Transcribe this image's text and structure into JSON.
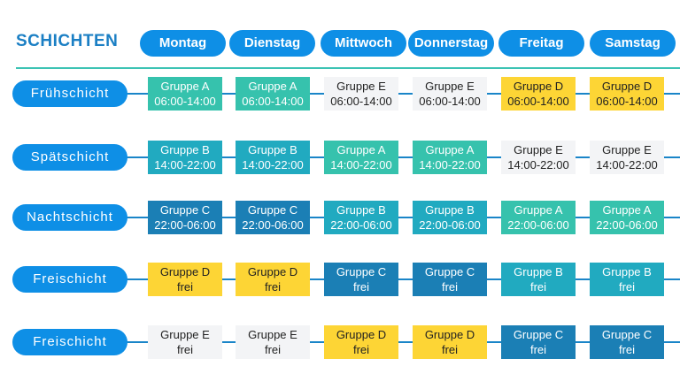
{
  "title": "SCHICHTEN",
  "days": [
    "Montag",
    "Dienstag",
    "Mittwoch",
    "Donnerstag",
    "Freitag",
    "Samstag"
  ],
  "colors": {
    "A": "#36c2ad",
    "B": "#21aac0",
    "C": "#1b7fb5",
    "D": "#fdd535",
    "E": "#f3f4f6",
    "pill": "#0e8fe6",
    "header_line": "#3cc3b4",
    "row_line": "#1a85c8"
  },
  "rows": [
    {
      "label": "Frühschicht",
      "cells": [
        {
          "group": "Gruppe A",
          "time": "06:00-14:00",
          "key": "A"
        },
        {
          "group": "Gruppe A",
          "time": "06:00-14:00",
          "key": "A"
        },
        {
          "group": "Gruppe E",
          "time": "06:00-14:00",
          "key": "E"
        },
        {
          "group": "Gruppe E",
          "time": "06:00-14:00",
          "key": "E"
        },
        {
          "group": "Gruppe D",
          "time": "06:00-14:00",
          "key": "D"
        },
        {
          "group": "Gruppe D",
          "time": "06:00-14:00",
          "key": "D"
        }
      ]
    },
    {
      "label": "Spätschicht",
      "cells": [
        {
          "group": "Gruppe B",
          "time": "14:00-22:00",
          "key": "B"
        },
        {
          "group": "Gruppe B",
          "time": "14:00-22:00",
          "key": "B"
        },
        {
          "group": "Gruppe A",
          "time": "14:00-22:00",
          "key": "A"
        },
        {
          "group": "Gruppe A",
          "time": "14:00-22:00",
          "key": "A"
        },
        {
          "group": "Gruppe E",
          "time": "14:00-22:00",
          "key": "E"
        },
        {
          "group": "Gruppe E",
          "time": "14:00-22:00",
          "key": "E"
        }
      ]
    },
    {
      "label": "Nachtschicht",
      "cells": [
        {
          "group": "Gruppe C",
          "time": "22:00-06:00",
          "key": "C"
        },
        {
          "group": "Gruppe C",
          "time": "22:00-06:00",
          "key": "C"
        },
        {
          "group": "Gruppe B",
          "time": "22:00-06:00",
          "key": "B"
        },
        {
          "group": "Gruppe B",
          "time": "22:00-06:00",
          "key": "B"
        },
        {
          "group": "Gruppe A",
          "time": "22:00-06:00",
          "key": "A"
        },
        {
          "group": "Gruppe A",
          "time": "22:00-06:00",
          "key": "A"
        }
      ]
    },
    {
      "label": "Freischicht",
      "cells": [
        {
          "group": "Gruppe D",
          "time": "frei",
          "key": "D"
        },
        {
          "group": "Gruppe D",
          "time": "frei",
          "key": "D"
        },
        {
          "group": "Gruppe C",
          "time": "frei",
          "key": "C"
        },
        {
          "group": "Gruppe C",
          "time": "frei",
          "key": "C"
        },
        {
          "group": "Gruppe B",
          "time": "frei",
          "key": "B"
        },
        {
          "group": "Gruppe B",
          "time": "frei",
          "key": "B"
        }
      ]
    },
    {
      "label": "Freischicht",
      "cells": [
        {
          "group": "Gruppe E",
          "time": "frei",
          "key": "E"
        },
        {
          "group": "Gruppe E",
          "time": "frei",
          "key": "E"
        },
        {
          "group": "Gruppe D",
          "time": "frei",
          "key": "D"
        },
        {
          "group": "Gruppe D",
          "time": "frei",
          "key": "D"
        },
        {
          "group": "Gruppe C",
          "time": "frei",
          "key": "C"
        },
        {
          "group": "Gruppe C",
          "time": "frei",
          "key": "C"
        }
      ]
    }
  ]
}
